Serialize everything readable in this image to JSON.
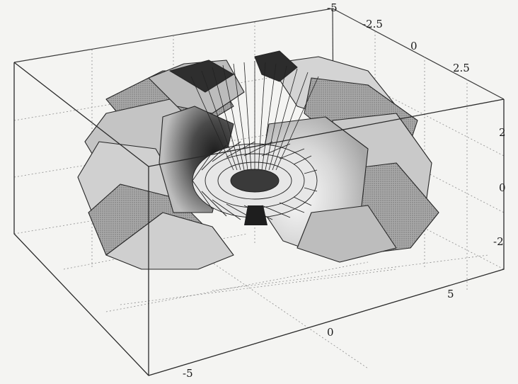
{
  "figure": {
    "description_type": "3d-surface-plot",
    "box": "visible",
    "grid": true,
    "colors": {
      "background": "#f4f4f2",
      "box_line": "#3a3a3a",
      "grid_line": "#8c8c8c",
      "dark_shade": "#2a2a2a",
      "mid_shade": "#8a8a8a",
      "light_shade": "#dadada",
      "highlight": "#f2f2f2"
    },
    "axes": {
      "top_depth": {
        "ticks": [
          "-5",
          "-2.5",
          "0",
          "2.5"
        ]
      },
      "vertical": {
        "ticks": [
          "2",
          "0",
          "-2"
        ]
      },
      "front_bottom": {
        "ticks": [
          "-5",
          "0",
          "5"
        ]
      }
    }
  }
}
